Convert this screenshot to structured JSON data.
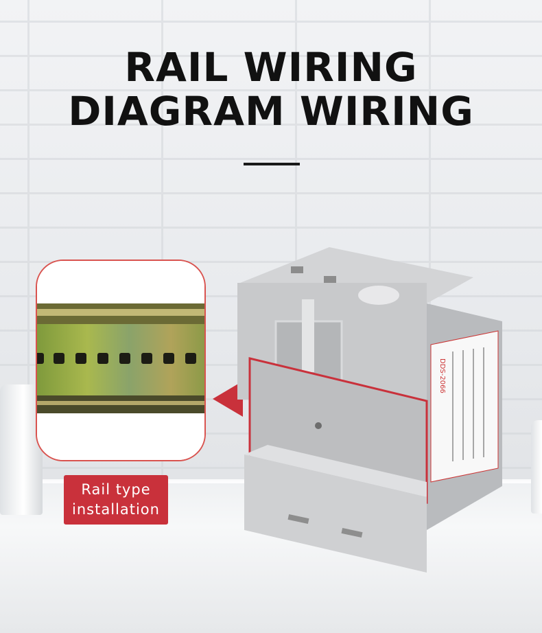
{
  "header": {
    "title_line1": "RAIL WIRING",
    "title_line2": "DIAGRAM WIRING"
  },
  "callout": {
    "label_line1": "Rail type",
    "label_line2": "installation"
  },
  "device_label": {
    "model": "DDS-2066"
  },
  "colors": {
    "accent": "#c9313b",
    "title": "#111111",
    "device": "#c9c9c9"
  }
}
